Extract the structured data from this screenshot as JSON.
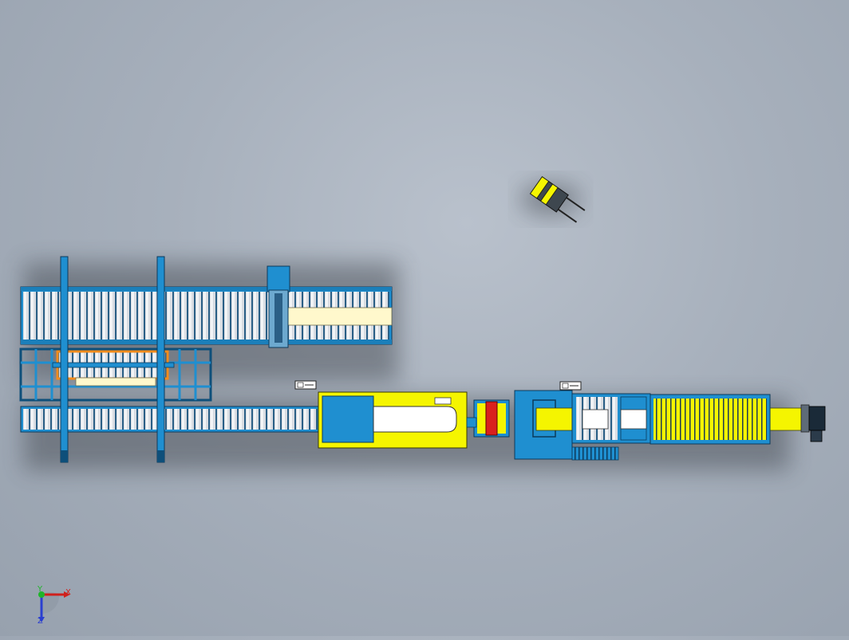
{
  "viewport": {
    "background": "#a9b2be",
    "colors": {
      "frame_blue": "#1f8fd0",
      "frame_dark": "#0e4f7a",
      "accent_yellow": "#f5f500",
      "accent_orange": "#f28c1c",
      "accent_red": "#d9201e",
      "cream": "#fff8cc",
      "roller": "#d9dde2"
    }
  },
  "callouts": [
    {
      "name": "note-callout-left",
      "icon": "note-icon"
    },
    {
      "name": "note-callout-right",
      "icon": "note-icon"
    }
  ],
  "triad": {
    "x_label": "X",
    "y_label": "Y",
    "z_label": "Z",
    "x_color": "#d0201c",
    "y_color": "#1fb52a",
    "z_color": "#2a3fd0"
  }
}
